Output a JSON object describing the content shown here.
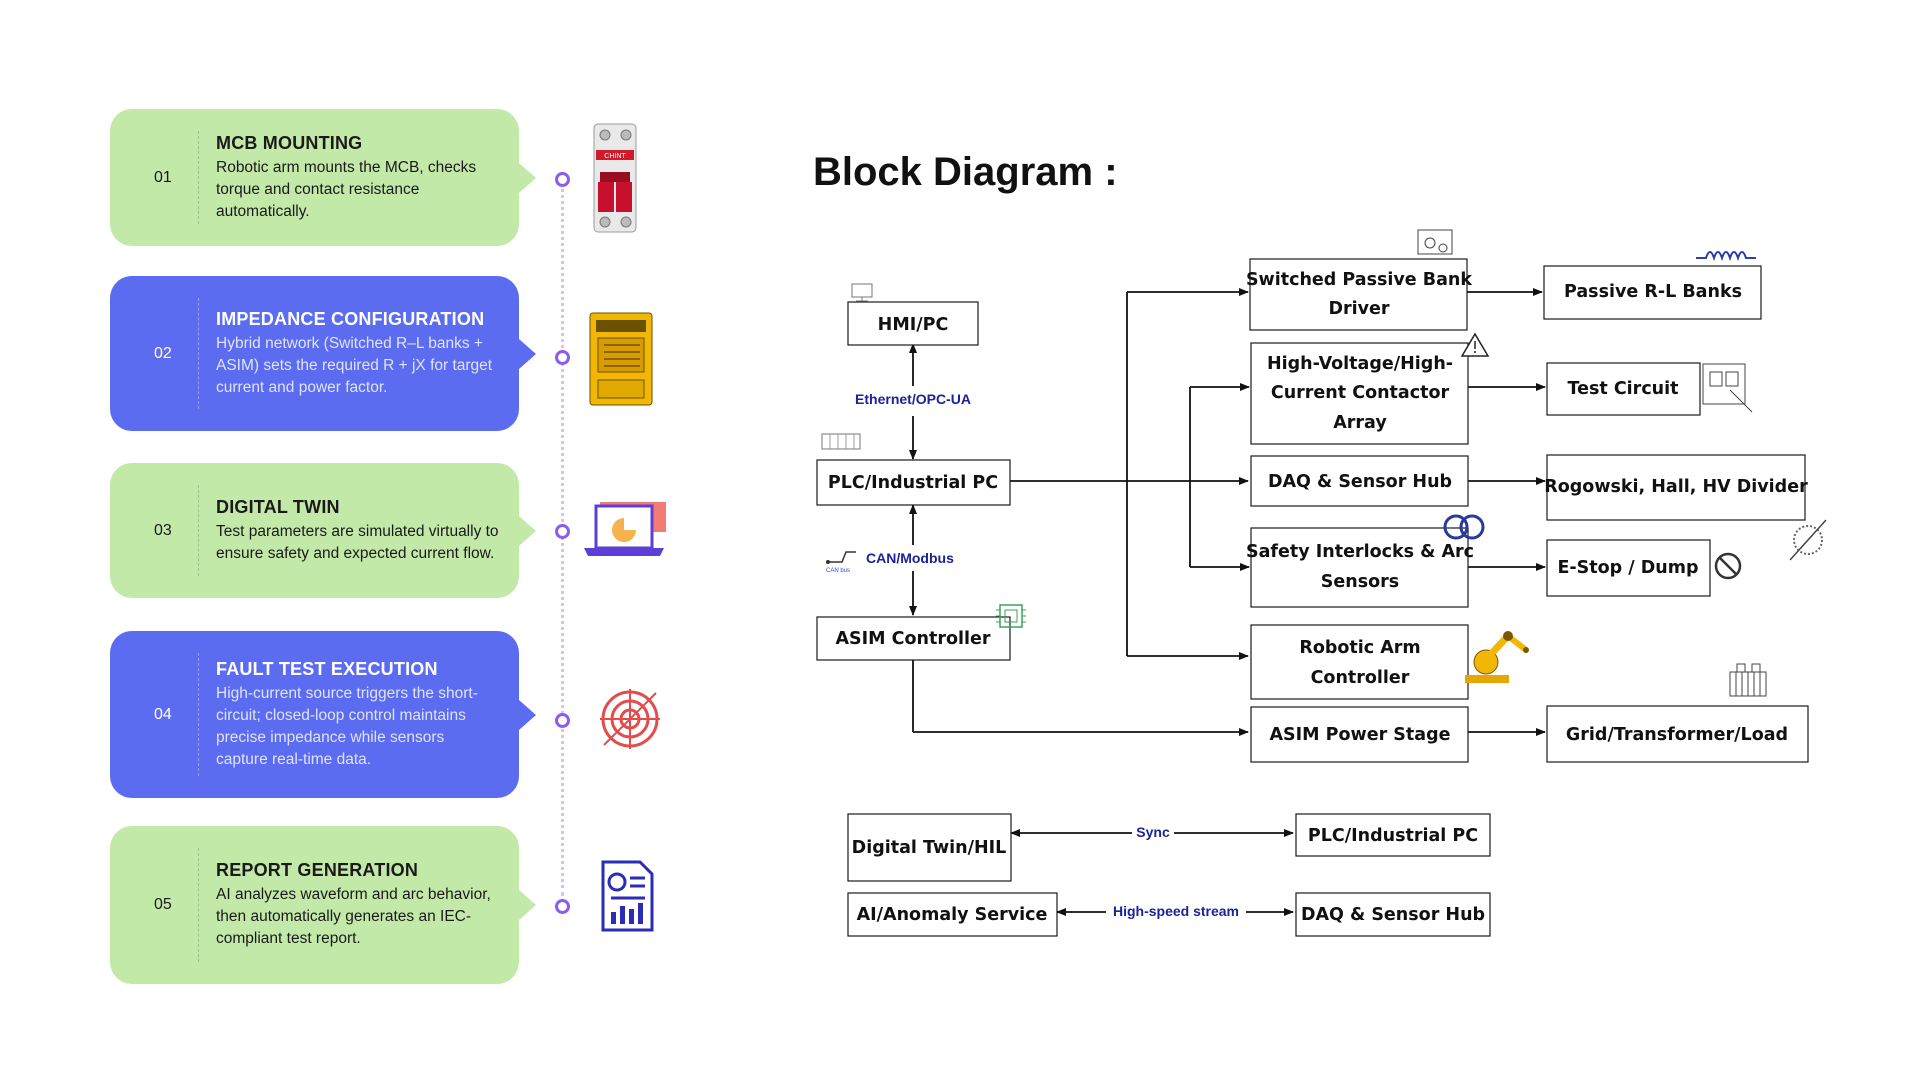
{
  "steps": [
    {
      "num": "01",
      "title": "MCB MOUNTING",
      "desc": "Robotic arm mounts the MCB, checks torque and contact resistance automatically."
    },
    {
      "num": "02",
      "title": "IMPEDANCE CONFIGURATION",
      "desc": "Hybrid network (Switched R–L banks + ASIM) sets the required R + jX for target current and power factor."
    },
    {
      "num": "03",
      "title": "DIGITAL TWIN",
      "desc": "Test parameters are simulated virtually to ensure safety and expected current flow."
    },
    {
      "num": "04",
      "title": "FAULT TEST EXECUTION",
      "desc": "High-current source triggers the short-circuit; closed-loop control maintains precise impedance while sensors capture real-time data."
    },
    {
      "num": "05",
      "title": "REPORT GENERATION",
      "desc": "AI analyzes waveform and arc behavior, then automatically generates an IEC-compliant test report."
    }
  ],
  "diagram": {
    "title": "Block Diagram :",
    "hmi": "HMI/PC",
    "plc": "PLC/Industrial PC",
    "asim_controller": "ASIM Controller",
    "switched_bank": [
      "Switched Passive Bank",
      "Driver"
    ],
    "contactor": [
      "High-Voltage/High-",
      "Current Contactor",
      "Array"
    ],
    "daq": "DAQ & Sensor Hub",
    "safety": [
      "Safety Interlocks & Arc",
      "Sensors"
    ],
    "robotic": [
      "Robotic Arm",
      "Controller"
    ],
    "asim_power": "ASIM Power Stage",
    "passive_rl": "Passive R-L Banks",
    "test_circuit": "Test Circuit",
    "rogowski": "Rogowski, Hall, HV Divider",
    "estop": "E-Stop / Dump",
    "grid": "Grid/Transformer/Load",
    "ethernet_label": "Ethernet/OPC-UA",
    "can_label": "CAN/Modbus",
    "can_logo": "CAN bus",
    "digital_twin": "Digital Twin/HIL",
    "plc2": "PLC/Industrial PC",
    "sync_label": "Sync",
    "ai": "AI/Anomaly Service",
    "daq2": "DAQ & Sensor Hub",
    "stream_label": "High-speed stream",
    "mcb_brand": "CHINT"
  },
  "colors": {
    "green_card": "#c3e9a9",
    "blue_card": "#5b6cf0",
    "timeline_dot": "#8a5cf0",
    "label_text": "#1a2399"
  }
}
